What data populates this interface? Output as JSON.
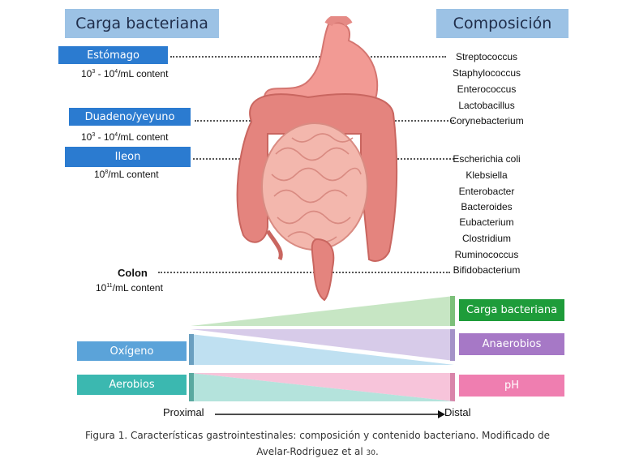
{
  "headers": {
    "left": "Carga bacteriana",
    "right": "Composición"
  },
  "regions": [
    {
      "label": "Estómago",
      "content": "10",
      "sup1": "3",
      "mid": " - 10",
      "sup2": "4",
      "rest": "/mL content"
    },
    {
      "label": "Duadeno/yeyuno",
      "content": "10",
      "sup1": "3",
      "mid": " - 10",
      "sup2": "4",
      "rest": "/mL content"
    },
    {
      "label": "Ileon",
      "content": "10",
      "sup1": "8",
      "rest": "/mL content"
    },
    {
      "label": "Colon",
      "content": "10",
      "sup1": "11",
      "rest": "/mL content"
    }
  ],
  "bacteria": {
    "upper": [
      "Streptococcus",
      "Staphylococcus",
      "Enterococcus",
      "Lactobacillus",
      "Corynebacterium"
    ],
    "lower": [
      "Escherichia coli",
      "Klebsiella",
      "Enterobacter",
      "Bacteroides",
      "Eubacterium",
      "Clostridium",
      "Ruminococcus",
      "Bifidobacterium"
    ]
  },
  "gradients": {
    "left": [
      "Oxígeno",
      "Aerobios"
    ],
    "right": [
      "Carga bacteriana",
      "Anaerobios",
      "pH"
    ],
    "colors": {
      "carga": "#1e9c3a",
      "anaerobios": "#a678c6",
      "ph": "#ef7eb0",
      "oxigeno": "#5ba3d9",
      "aerobios": "#3bb8b0"
    }
  },
  "axis": {
    "start": "Proximal",
    "end": "Distal"
  },
  "caption": {
    "line1": "Figura 1. Características gastrointestinales: composición y contenido bacteriano. Modificado de",
    "line2": "Avelar-Rodriguez et al",
    "ref": "30",
    "end": "."
  }
}
